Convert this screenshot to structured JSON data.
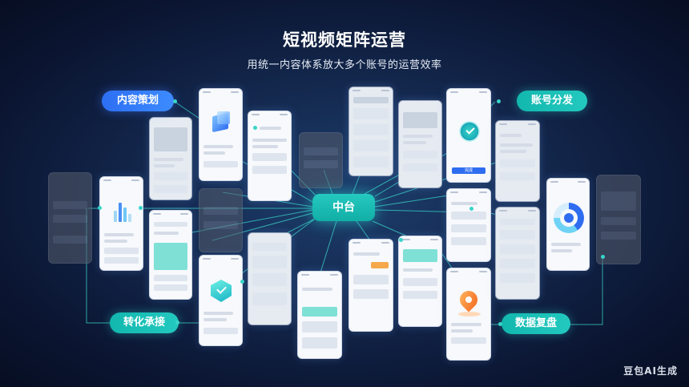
{
  "header": {
    "title": "短视频矩阵运营",
    "subtitle": "用统一内容体系放大多个账号的运营效率"
  },
  "hub": {
    "label": "中台"
  },
  "labels": {
    "content_planning": "内容策划",
    "account_distribution": "账号分发",
    "conversion": "转化承接",
    "data_review": "数据复盘"
  },
  "phone_button": {
    "label": "完成"
  },
  "watermark": "豆包AI生成",
  "colors": {
    "accent_teal": "#1fbfb5",
    "accent_blue": "#2f6df0",
    "background": "#0b1633",
    "line": "#39d4c9"
  },
  "icons": [
    "cube-icon",
    "shield-check-icon",
    "badge-check-icon",
    "location-pin-icon",
    "ring-chart-icon",
    "bar-chart-icon"
  ]
}
